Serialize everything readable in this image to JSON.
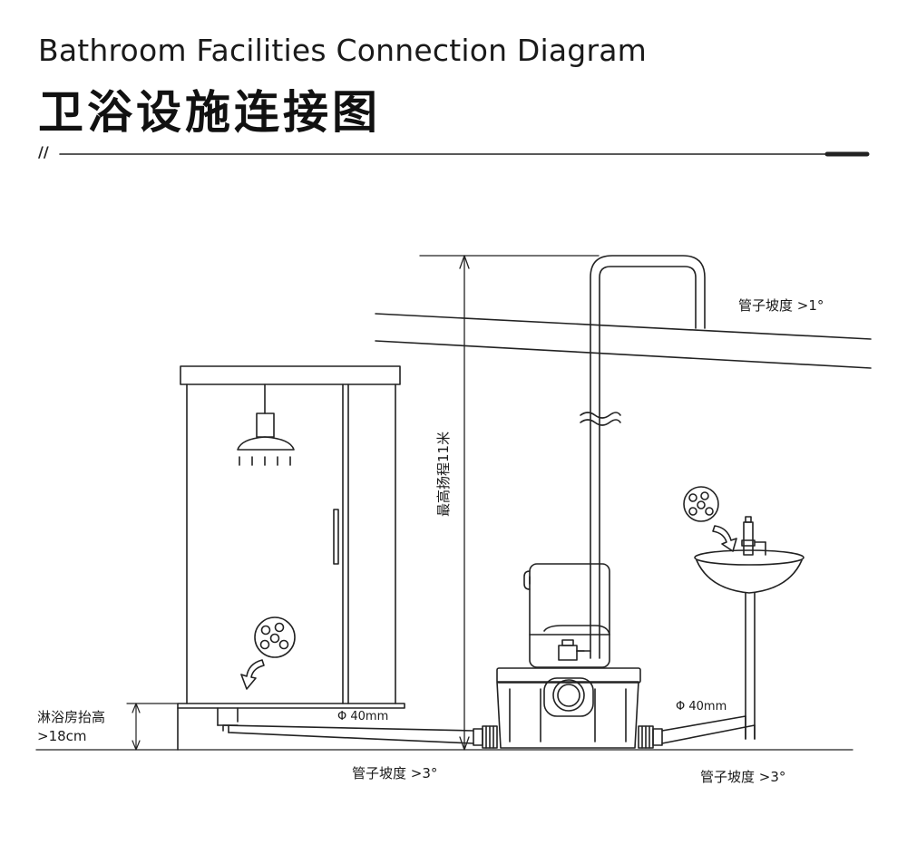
{
  "header": {
    "title_en": "Bathroom Facilities Connection Diagram",
    "title_zh": "卫浴设施连接图",
    "divider_mark": "//"
  },
  "labels": {
    "pipe_slope_top": "管子坡度 >1°",
    "max_lift": "最高扬程11米",
    "shower_raise_line1": "淋浴房抬高",
    "shower_raise_line2": ">18cm",
    "pipe_diameter_left": "Φ 40mm",
    "pipe_diameter_right": "Φ 40mm",
    "pipe_slope_left": "管子坡度 >3°",
    "pipe_slope_right": "管子坡度 >3°"
  },
  "icons": [
    "floor-drain-icon",
    "flow-arrow-icon"
  ],
  "colors": {
    "line": "#222222",
    "background": "#ffffff"
  }
}
